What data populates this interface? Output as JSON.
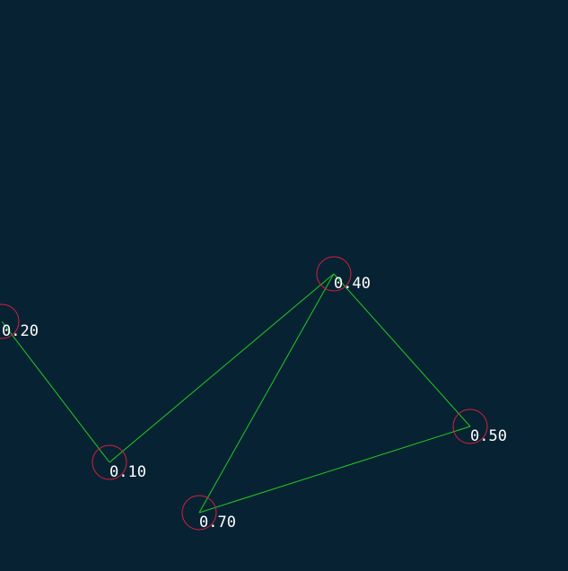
{
  "scene": {
    "background": "#072233",
    "node_ring_color": "#d8203a",
    "edge_color": "#22cc22",
    "label_color": "#ffffff",
    "nodes": [
      {
        "id": "n1",
        "label": "0.20"
      },
      {
        "id": "n2",
        "label": "0.10"
      },
      {
        "id": "n3",
        "label": "0.40"
      },
      {
        "id": "n4",
        "label": "0.70"
      },
      {
        "id": "n5",
        "label": "0.50"
      }
    ],
    "edges": [
      [
        "n1",
        "n2"
      ],
      [
        "n2",
        "n3"
      ],
      [
        "n3",
        "n4"
      ],
      [
        "n3",
        "n5"
      ],
      [
        "n4",
        "n5"
      ]
    ]
  }
}
